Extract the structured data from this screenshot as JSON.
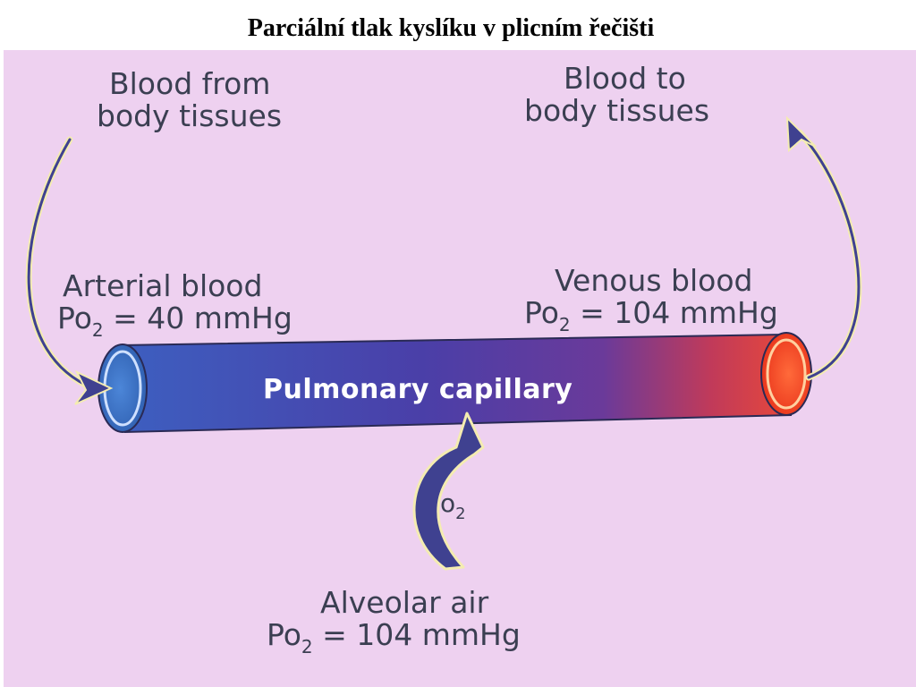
{
  "title": "Parciální tlak kyslíku v plicním řečišti",
  "labels": {
    "blood_from": [
      "Blood from",
      "body tissues"
    ],
    "blood_to": [
      "Blood to",
      "body tissues"
    ],
    "arterial": {
      "name": "Arterial blood",
      "po": "Po",
      "sub": "2",
      "value": " = 40 mmHg"
    },
    "venous": {
      "name": "Venous blood",
      "po": "Po",
      "sub": "2",
      "value": " = 104 mmHg"
    },
    "capillary": "Pulmonary capillary",
    "o2": {
      "o": "o",
      "sub": "2"
    },
    "alveolar": {
      "name": "Alveolar air",
      "po": "Po",
      "sub": "2",
      "value": " = 104 mmHg"
    }
  },
  "colors": {
    "background": "#eed1f0",
    "blue_end": "#3d6fc0",
    "purple_mid": "#5a3d9e",
    "red_end": "#ff4a1a",
    "arrow_fill": "#3f4190",
    "arrow_outline": "#f4ecb0",
    "text": "#3b3f52"
  }
}
